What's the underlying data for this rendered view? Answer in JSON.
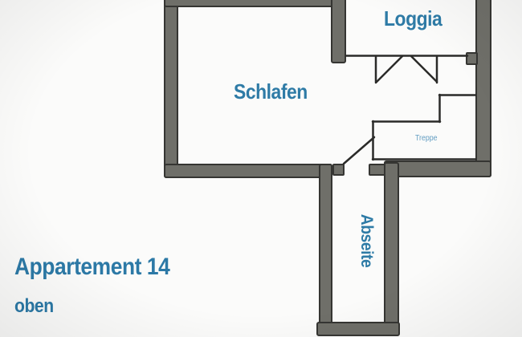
{
  "header": {
    "apartment": "Appartement 14",
    "floor": "oben"
  },
  "rooms": {
    "loggia": "Loggia",
    "schlafen": "Schlafen",
    "treppe": "Treppe",
    "abseite": "Abseite"
  },
  "colors": {
    "label_teal": "#2e7ba6",
    "treppe_teal": "#629dc2",
    "wall_fill": "#6f6f69",
    "wall_outline": "#353532",
    "thin_line": "#2b2b29",
    "background": "#fbfbfa"
  }
}
